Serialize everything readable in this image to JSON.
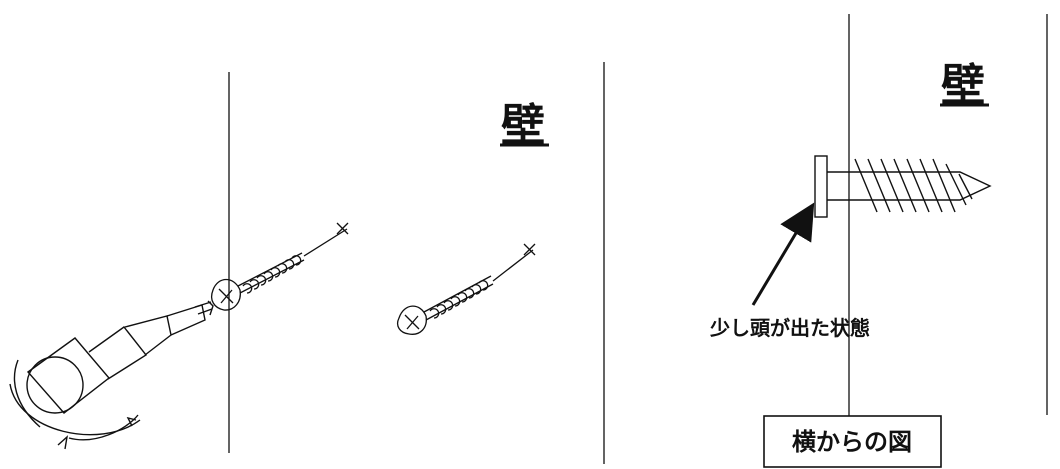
{
  "labels": {
    "wall_left": "壁",
    "wall_right": "壁",
    "head_out_state": "少し頭が出た状態",
    "side_view": "横からの図"
  },
  "colors": {
    "line": "#111111",
    "background": "#ffffff"
  },
  "icons": {
    "screwdriver": "screwdriver-icon",
    "screw": "screw-icon",
    "rotation": "rotation-arrow-icon",
    "pointer": "pointer-arrow-icon"
  }
}
